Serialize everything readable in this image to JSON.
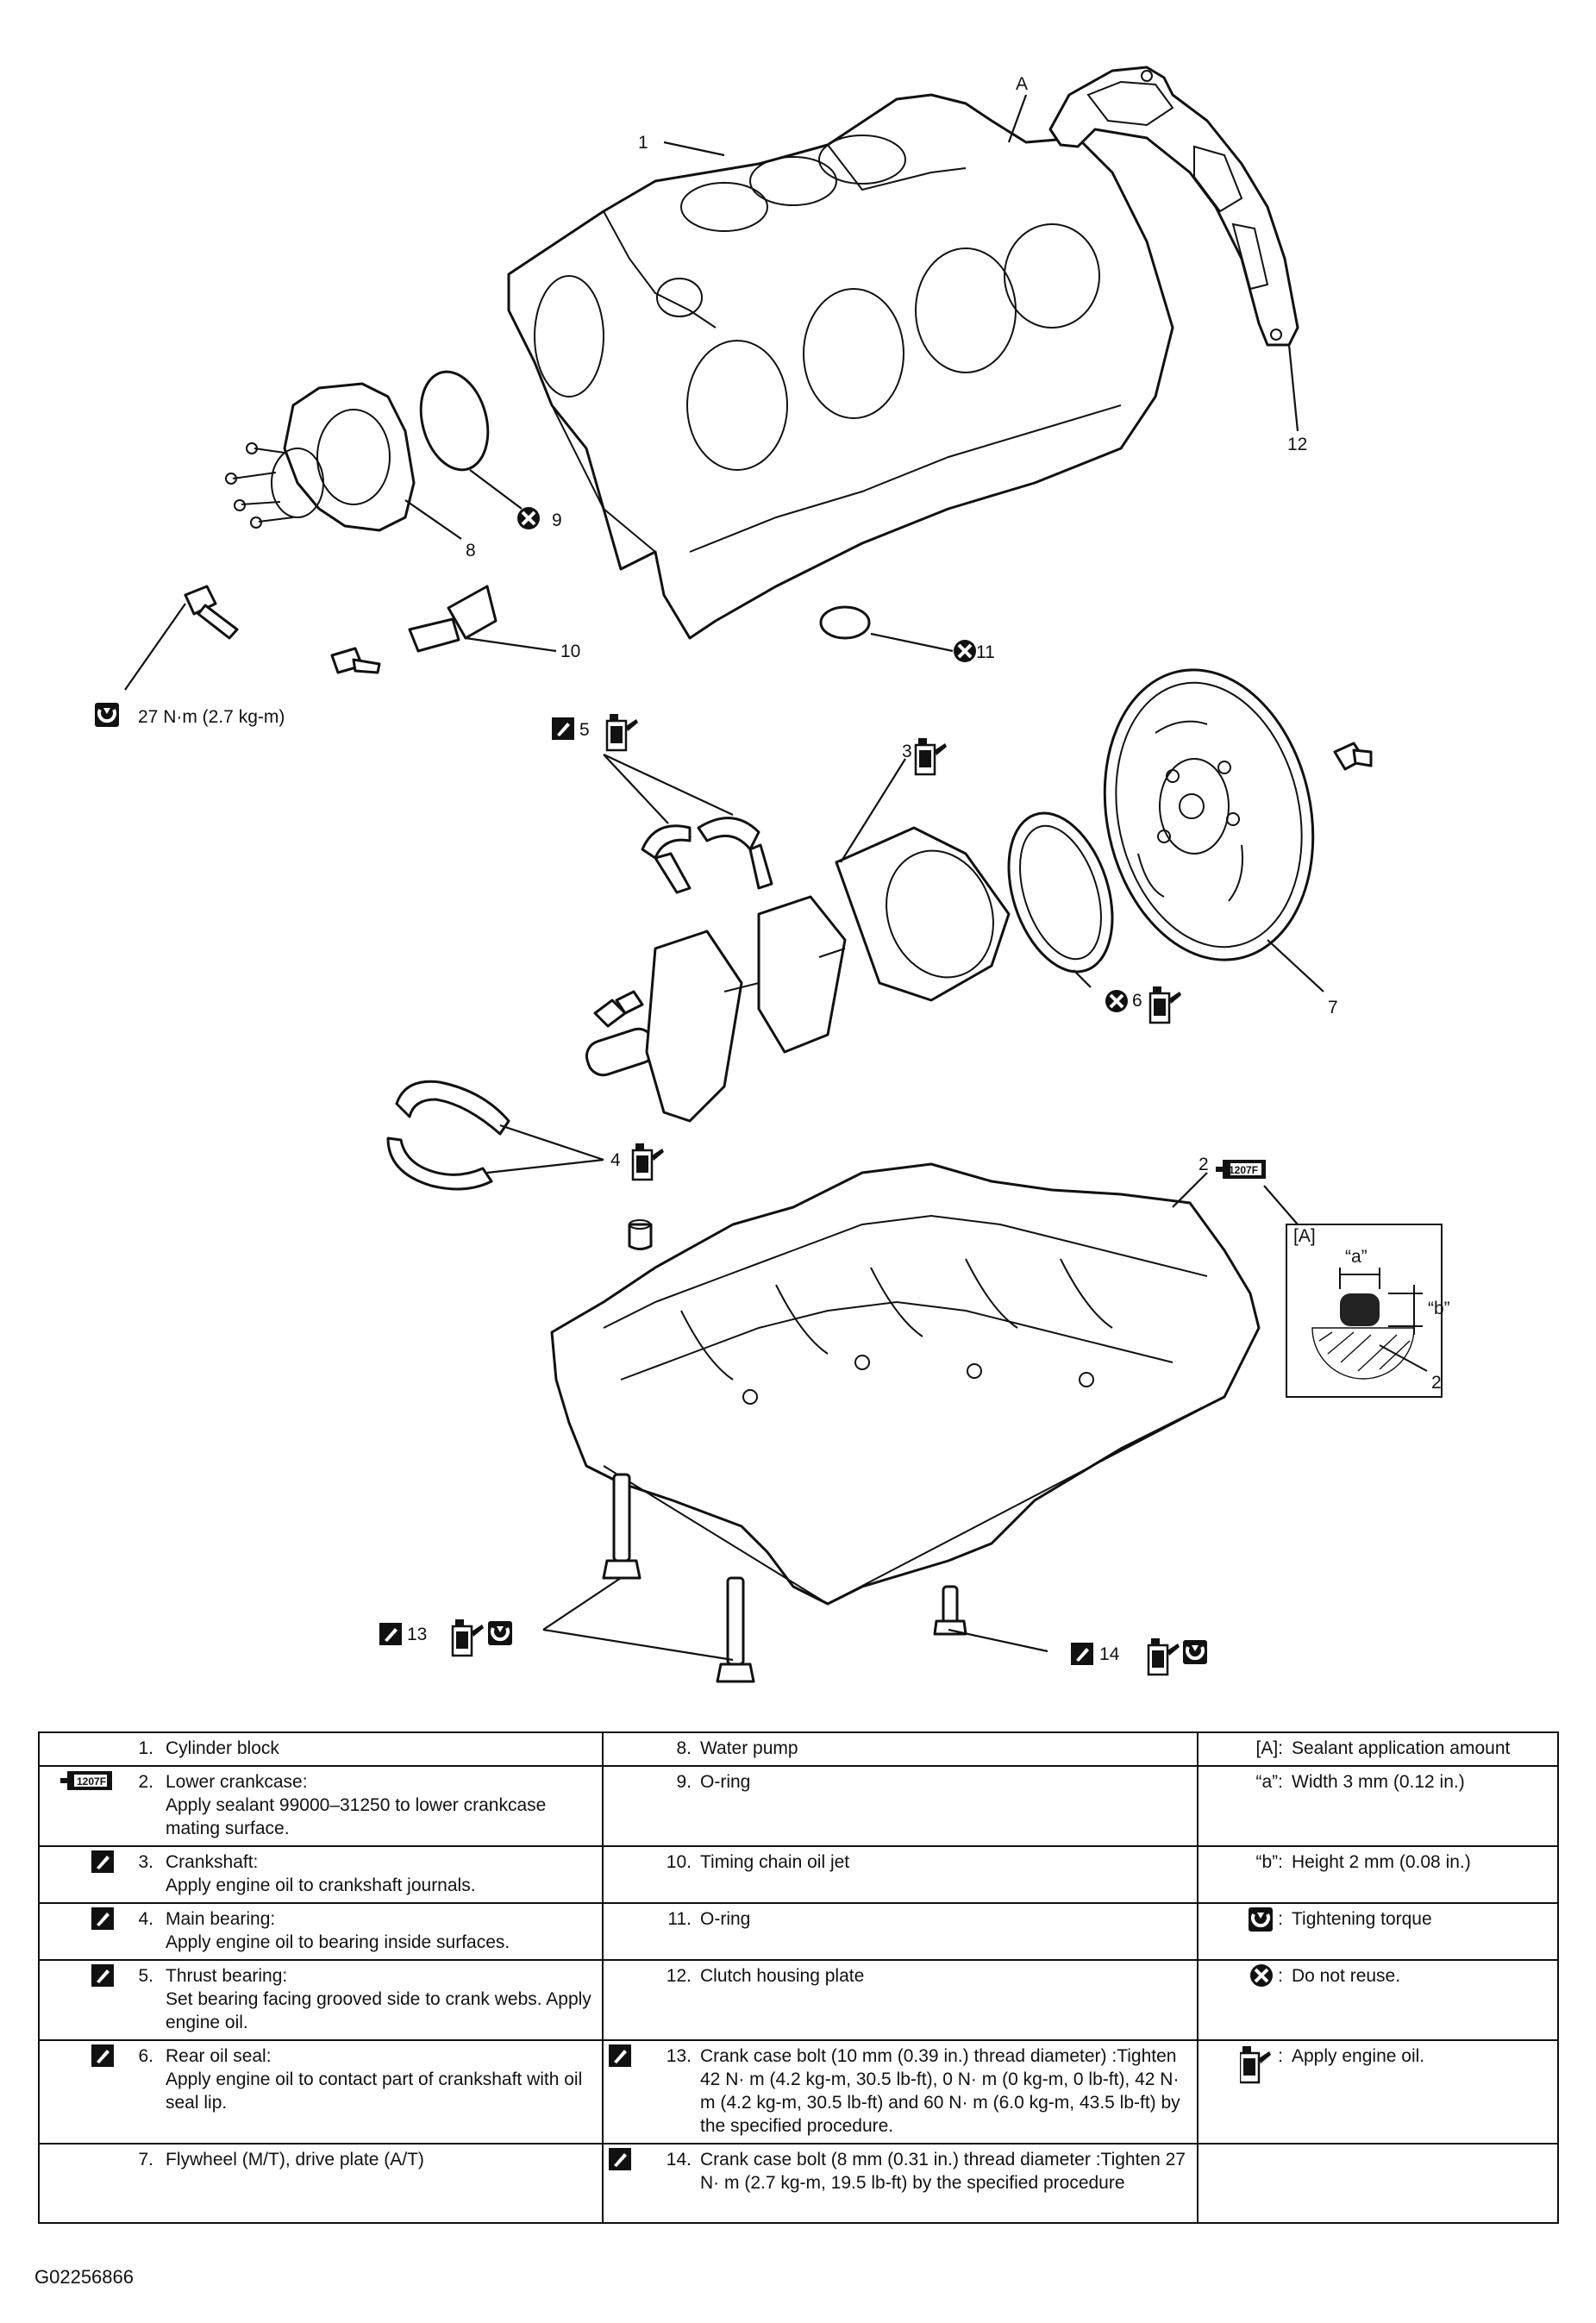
{
  "callouts": {
    "c1": "1",
    "cA": "A",
    "c12": "12",
    "c8": "8",
    "c9": "9",
    "c10": "10",
    "c11": "11",
    "c5": "5",
    "c3": "3",
    "c6": "6",
    "c7": "7",
    "c4": "4",
    "c2": "2",
    "c13": "13",
    "c14": "14",
    "torque_note": "27 N·m (2.7 kg-m)",
    "detail_label": "[A]",
    "detail_a": "“a”",
    "detail_b": "“b”",
    "detail_2": "2",
    "sealant_code": "1207F"
  },
  "icons": {
    "oil": "oil-can-icon",
    "apply": "apply-oil-brush-icon",
    "no_reuse": "do-not-reuse-icon",
    "torque": "tightening-torque-icon",
    "sealant": "sealant-tube-icon"
  },
  "legend": {
    "left": [
      {
        "num": "1.",
        "name": "Cylinder block",
        "note": ""
      },
      {
        "num": "2.",
        "name": "Lower crankcase:",
        "note": "Apply sealant 99000–31250 to lower crankcase mating surface."
      },
      {
        "num": "3.",
        "name": "Crankshaft:",
        "note": "Apply engine oil to crankshaft journals."
      },
      {
        "num": "4.",
        "name": "Main bearing:",
        "note": "Apply engine oil to bearing inside surfaces."
      },
      {
        "num": "5.",
        "name": "Thrust bearing:",
        "note": "Set bearing facing grooved side to crank webs. Apply engine oil."
      },
      {
        "num": "6.",
        "name": "Rear oil seal:",
        "note": "Apply engine oil to contact part of crankshaft with oil seal lip."
      },
      {
        "num": "7.",
        "name": "Flywheel (M/T), drive plate (A/T)",
        "note": ""
      }
    ],
    "middle": [
      {
        "num": "8.",
        "text": "Water pump"
      },
      {
        "num": "9.",
        "text": "O-ring"
      },
      {
        "num": "10.",
        "text": "Timing chain oil jet"
      },
      {
        "num": "11.",
        "text": "O-ring"
      },
      {
        "num": "12.",
        "text": "Clutch housing plate"
      },
      {
        "num": "13.",
        "text": "Crank case bolt (10 mm (0.39 in.) thread diameter) :Tighten 42 N· m (4.2 kg-m, 30.5 lb-ft), 0 N· m (0 kg-m, 0 lb-ft), 42 N· m (4.2 kg-m, 30.5 lb-ft) and 60 N· m (6.0 kg-m, 43.5 lb-ft) by the specified procedure."
      },
      {
        "num": "14.",
        "text": "Crank case bolt (8 mm (0.31 in.) thread diameter :Tighten 27 N· m (2.7 kg-m, 19.5 lb-ft) by the specified procedure"
      }
    ],
    "right": [
      {
        "key": "[A]:",
        "text": "Sealant application amount"
      },
      {
        "key": "“a”:",
        "text": "Width 3 mm (0.12 in.)"
      },
      {
        "key": "“b”:",
        "text": "Height 2 mm (0.08 in.)"
      },
      {
        "key": ":",
        "text": "Tightening torque"
      },
      {
        "key": ":",
        "text": "Do not reuse."
      },
      {
        "key": ":",
        "text": "Apply engine oil."
      },
      {
        "key": "",
        "text": ""
      }
    ]
  },
  "figure_id": "G02256866"
}
